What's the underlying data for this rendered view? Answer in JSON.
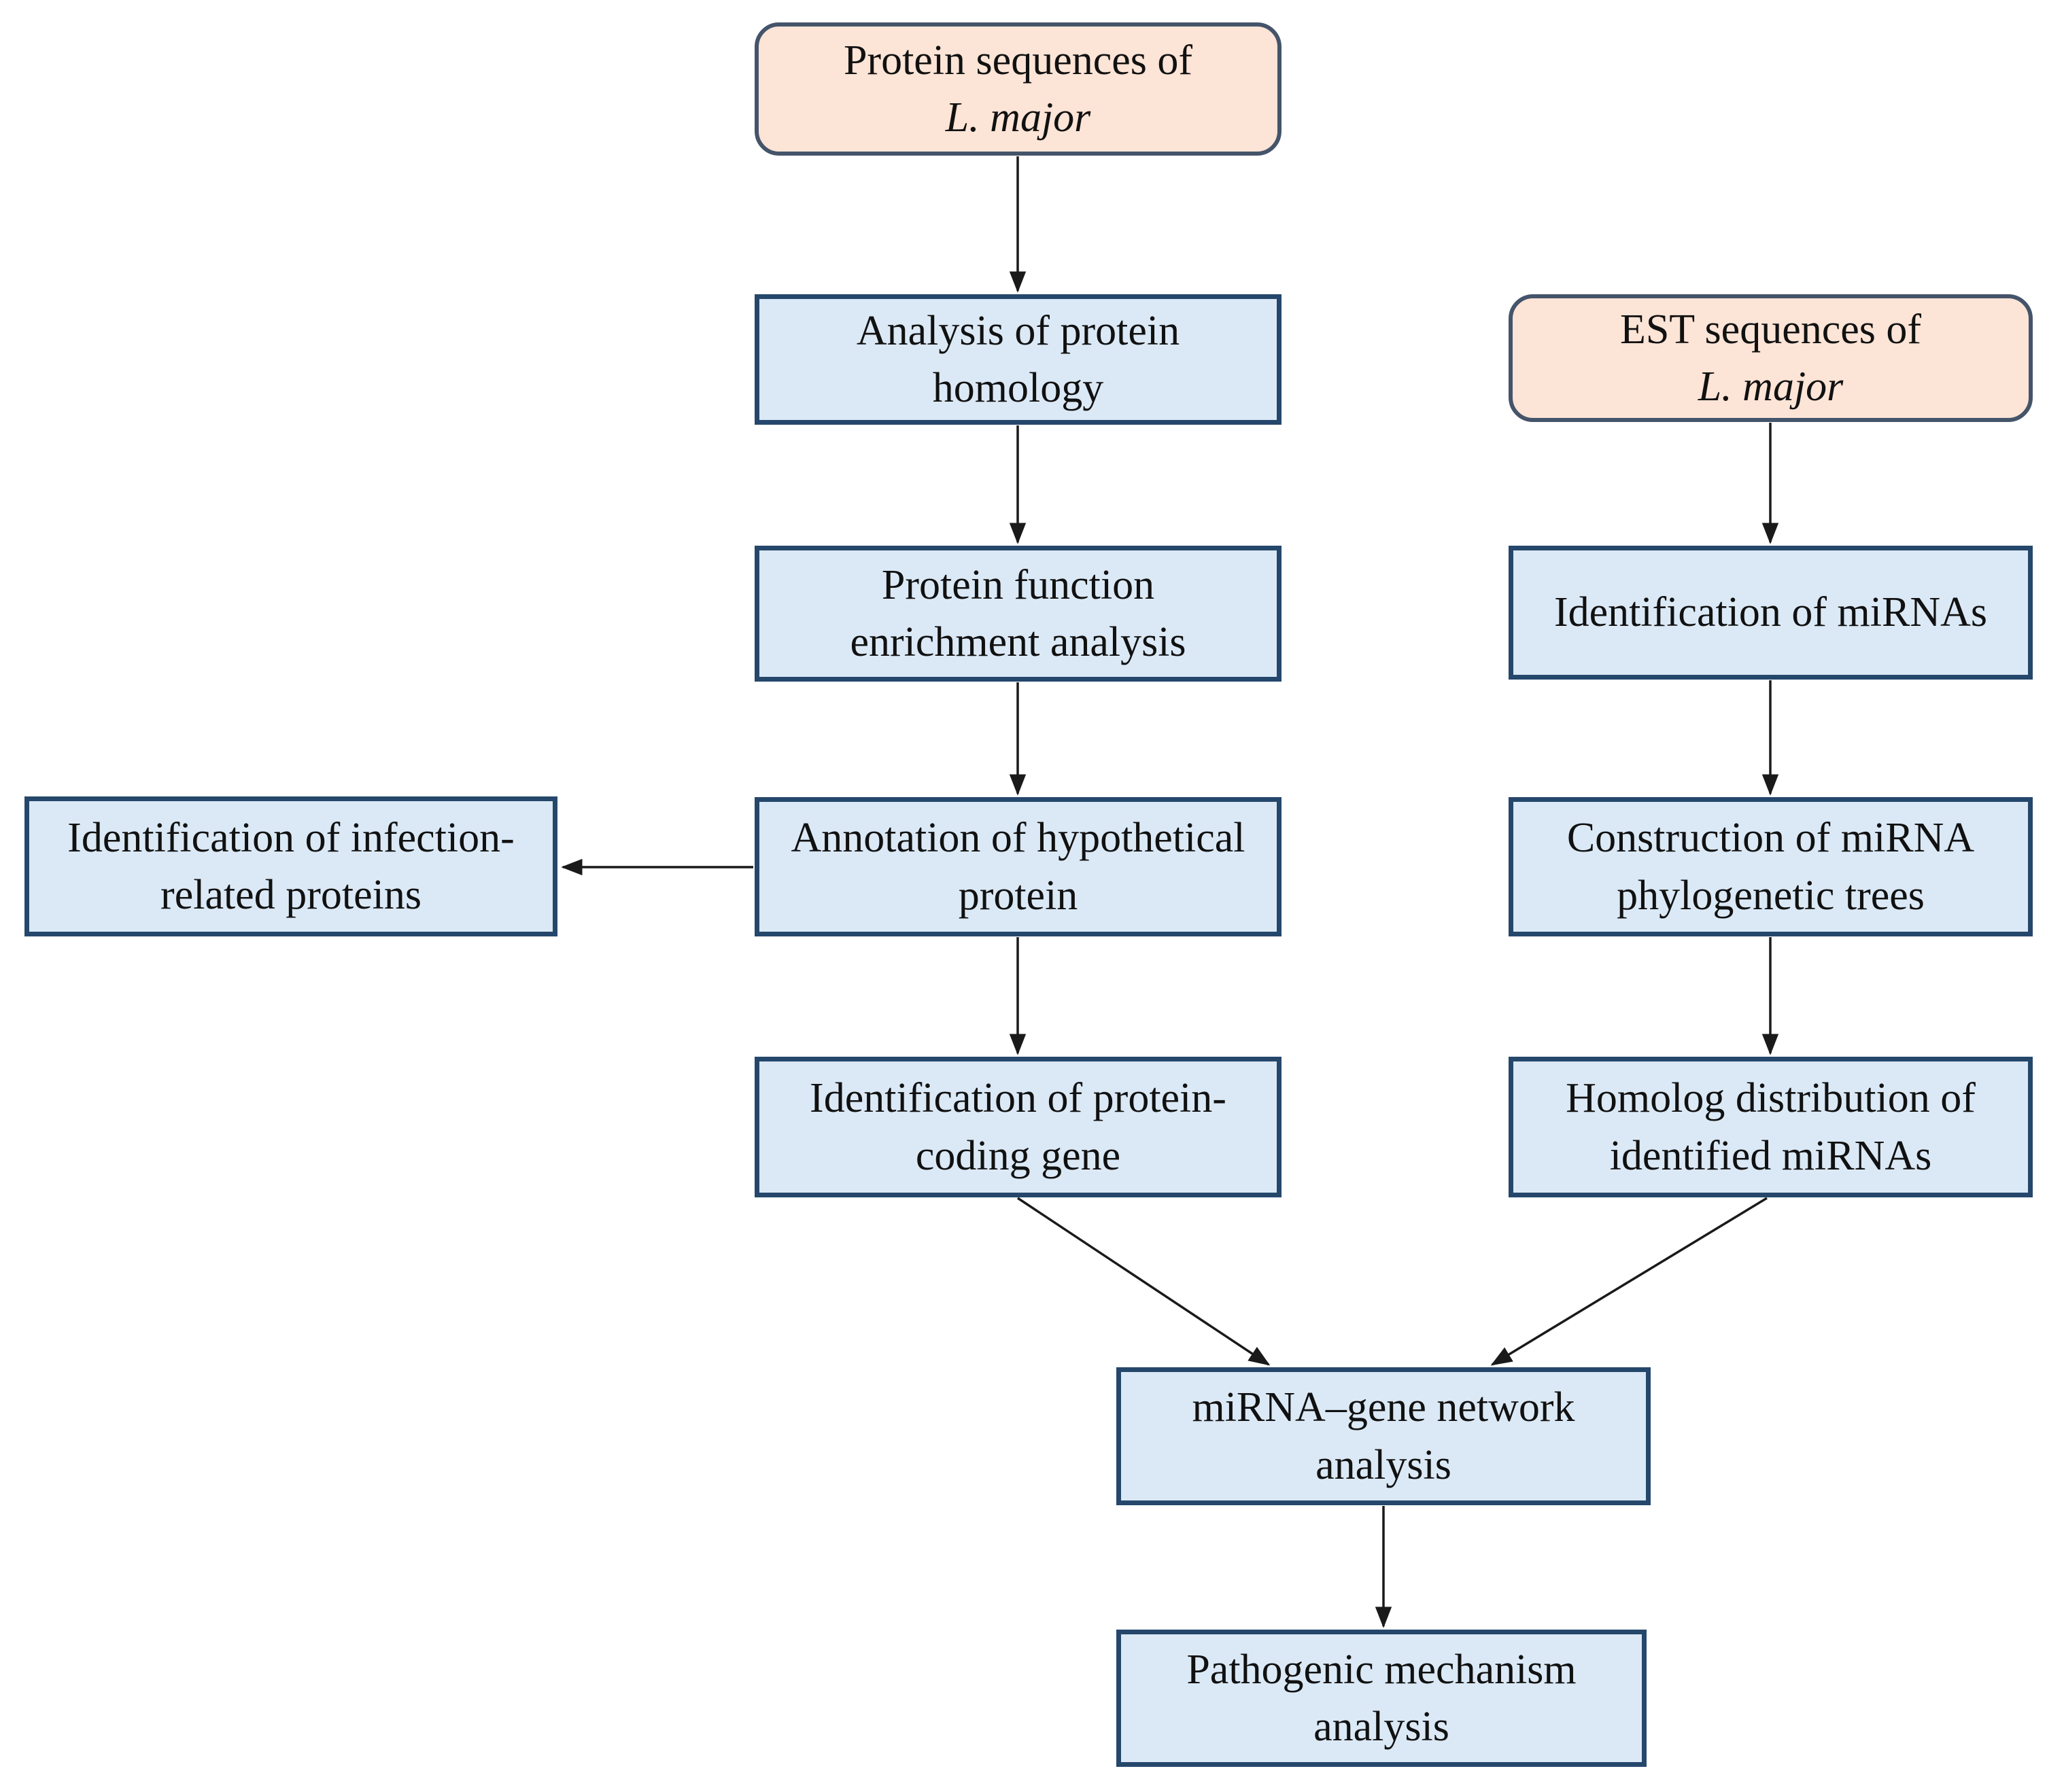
{
  "figure": {
    "type": "flowchart",
    "colors": {
      "input_fill": "#fce4d6",
      "input_border": "#44546a",
      "process_fill": "#dbe9f6",
      "process_border": "#25476b",
      "arrow": "#1a1a1a",
      "text": "#111111",
      "page_bg": "#ffffff"
    },
    "nodes": {
      "protein_seq": {
        "style": "input",
        "line1": "Protein sequences of",
        "line2": "L. major",
        "line2_italic": true
      },
      "analysis_homology": {
        "style": "process",
        "line1": "Analysis of protein",
        "line2": "homology"
      },
      "protein_function": {
        "style": "process",
        "line1": "Protein function",
        "line2": "enrichment analysis"
      },
      "annotation": {
        "style": "process",
        "line1": "Annotation of hypothetical",
        "line2": "protein"
      },
      "infection_related": {
        "style": "process",
        "line1": "Identification of infection-",
        "line2": "related proteins"
      },
      "protein_coding": {
        "style": "process",
        "line1": "Identification of protein-",
        "line2": "coding gene"
      },
      "est_seq": {
        "style": "input",
        "line1": "EST sequences of",
        "line2": "L. major",
        "line2_italic": true
      },
      "identification_mirnas": {
        "style": "process",
        "line1": "Identification of miRNAs",
        "line2": ""
      },
      "construction": {
        "style": "process",
        "line1": "Construction of miRNA",
        "line2": "phylogenetic trees"
      },
      "homolog": {
        "style": "process",
        "line1": "Homolog distribution of",
        "line2": "identified miRNAs"
      },
      "network": {
        "style": "process",
        "line1": "miRNA–gene network",
        "line2": "analysis"
      },
      "pathogenic": {
        "style": "process",
        "line1": "Pathogenic mechanism",
        "line2": "analysis"
      }
    },
    "edges": [
      {
        "from": "protein_seq",
        "to": "analysis_homology"
      },
      {
        "from": "analysis_homology",
        "to": "protein_function"
      },
      {
        "from": "protein_function",
        "to": "annotation"
      },
      {
        "from": "annotation",
        "to": "infection_related"
      },
      {
        "from": "annotation",
        "to": "protein_coding"
      },
      {
        "from": "est_seq",
        "to": "identification_mirnas"
      },
      {
        "from": "identification_mirnas",
        "to": "construction"
      },
      {
        "from": "construction",
        "to": "homolog"
      },
      {
        "from": "protein_coding",
        "to": "network"
      },
      {
        "from": "homolog",
        "to": "network"
      },
      {
        "from": "network",
        "to": "pathogenic"
      }
    ]
  }
}
